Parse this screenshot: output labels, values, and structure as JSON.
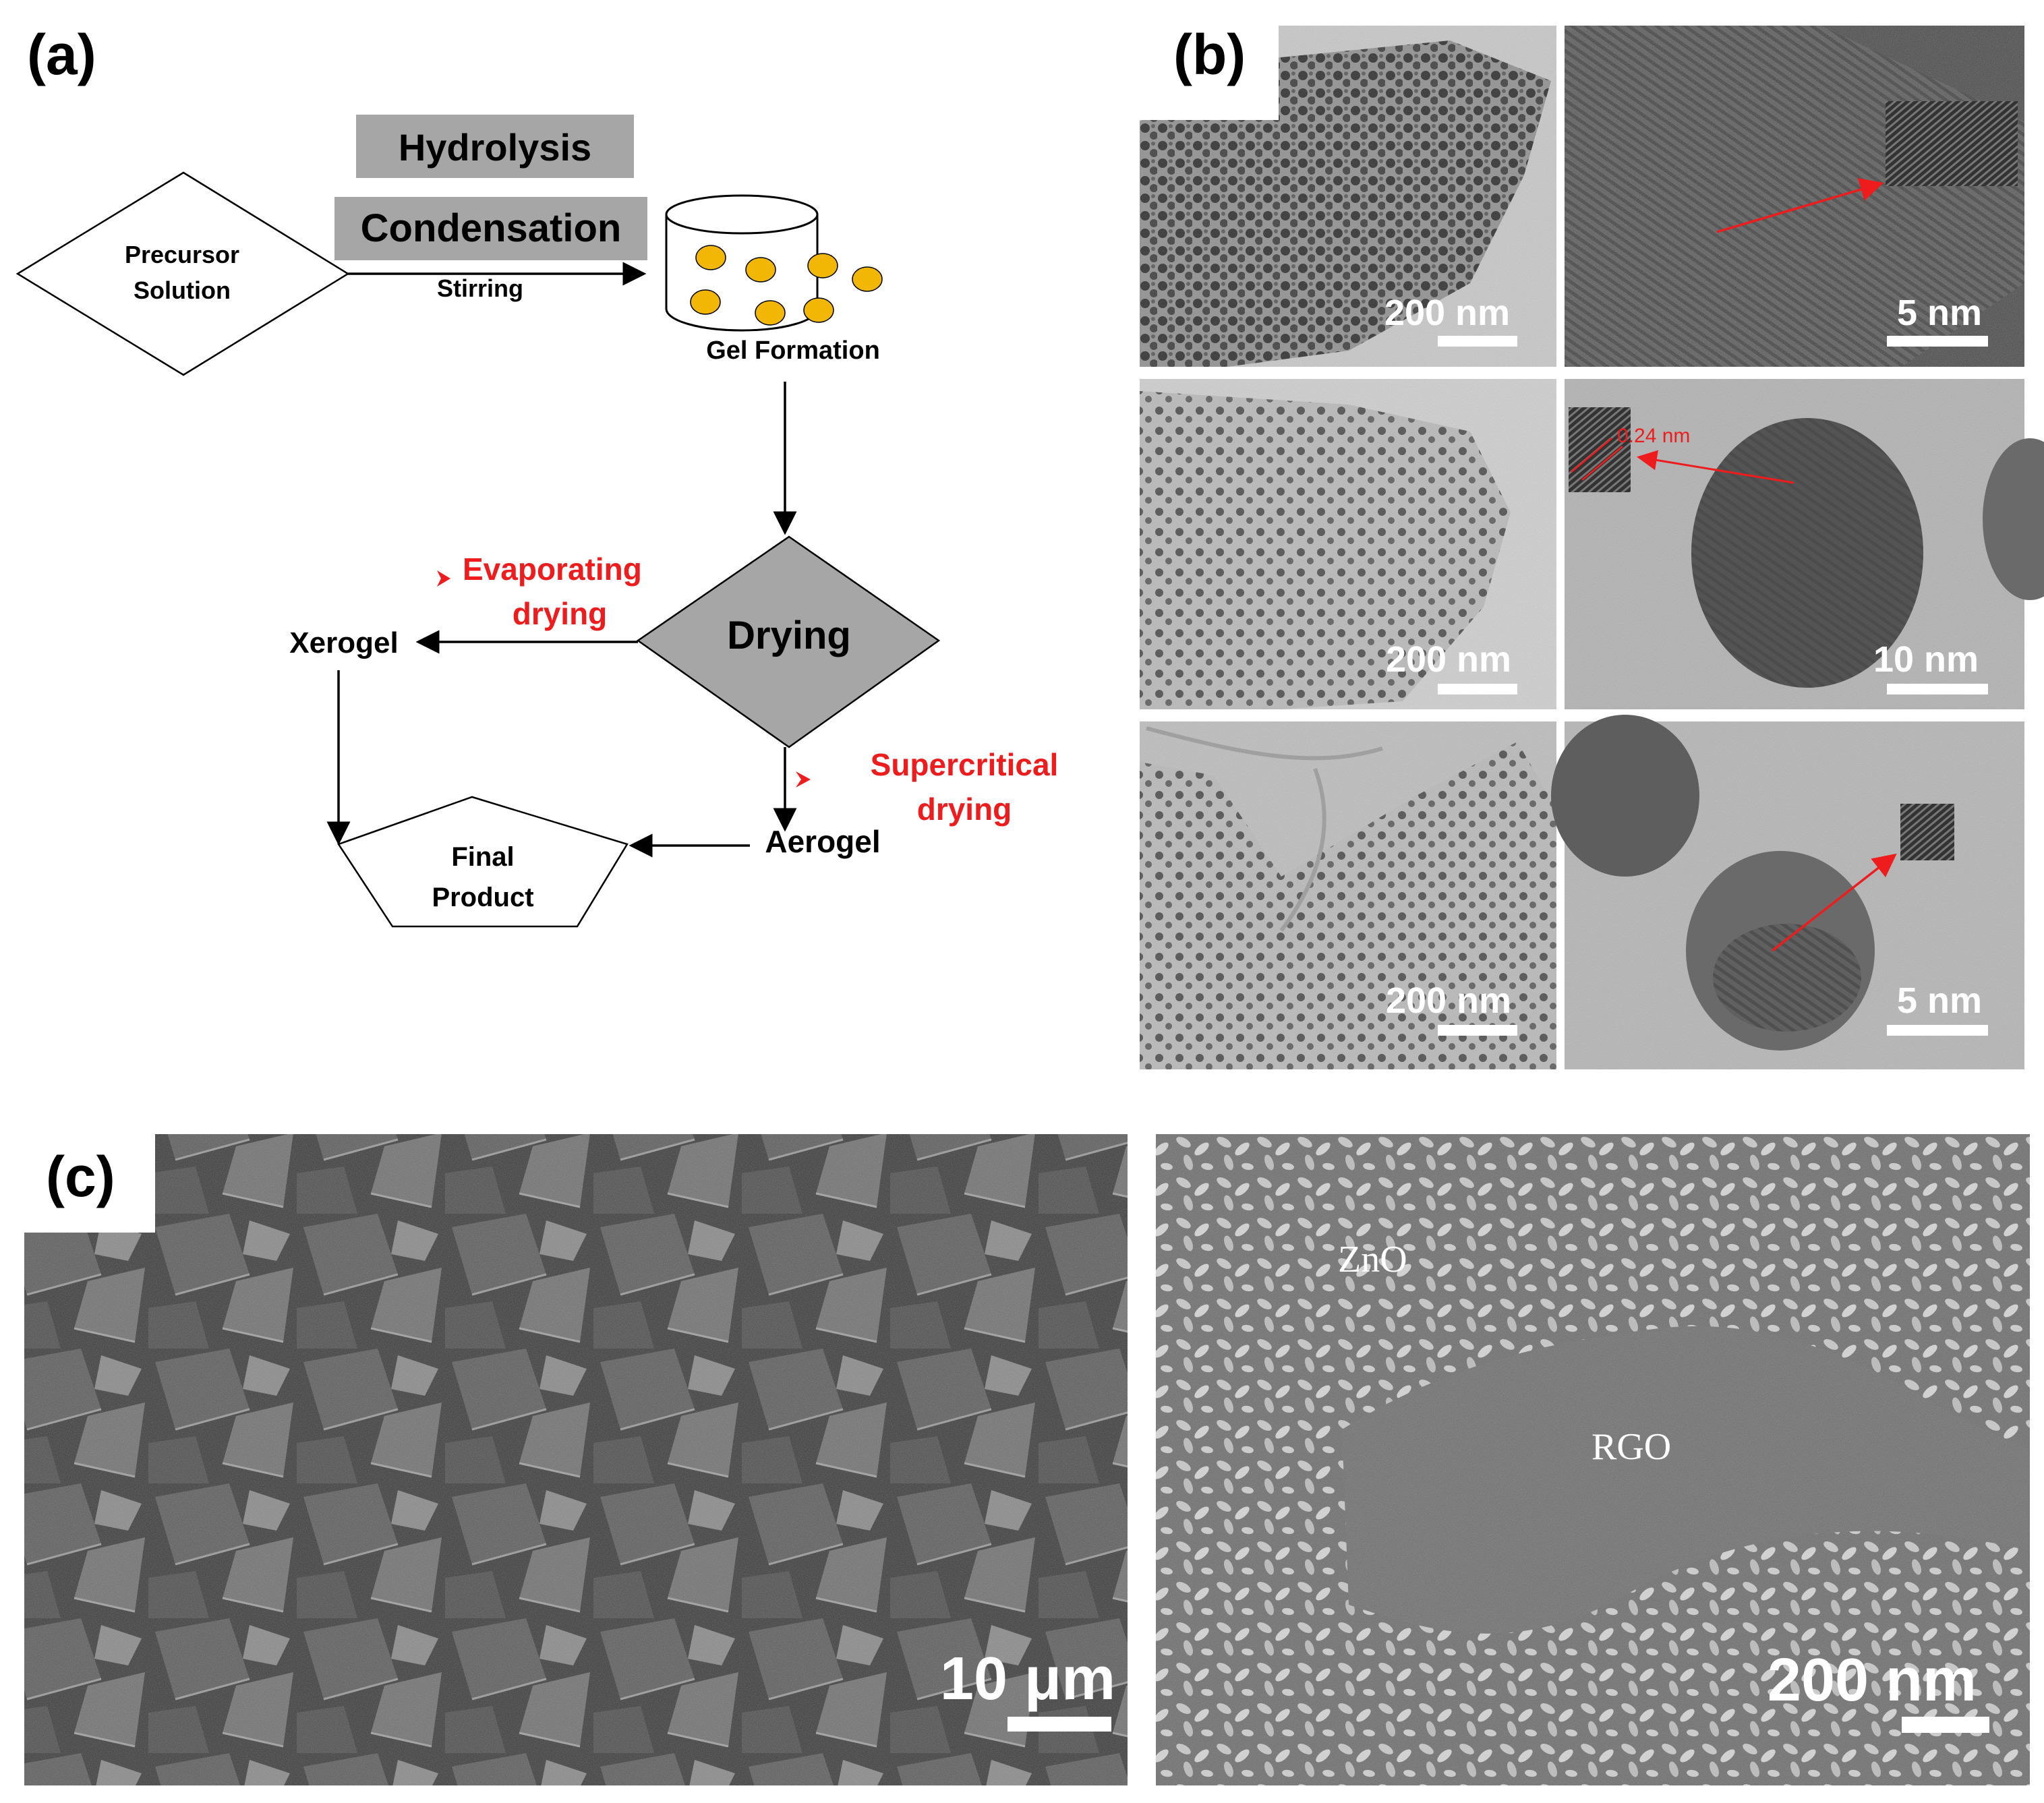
{
  "panel_labels": {
    "a": "(a)",
    "b": "(b)",
    "c": "(c)"
  },
  "flowchart": {
    "hydrolysis": "Hydrolysis",
    "condensation": "Condensation",
    "precursor_line1": "Precursor",
    "precursor_line2": "Solution",
    "stirring": "Stirring",
    "gel_formation": "Gel Formation",
    "drying": "Drying",
    "evaporating_line1": "Evaporating",
    "evaporating_line2": "drying",
    "xerogel": "Xerogel",
    "supercritical_line1": "Supercritical",
    "supercritical_line2": "drying",
    "aerogel": "Aerogel",
    "final_line1": "Final",
    "final_line2": "Product"
  },
  "tem": {
    "row1_left_scale": "200 nm",
    "row1_right_scale": "5 nm",
    "row2_left_scale": "200 nm",
    "row2_right_scale": "10 nm",
    "row2_lattice": "0.24 nm",
    "row3_left_scale": "200 nm",
    "row3_right_scale": "5 nm"
  },
  "sem": {
    "left_scale": "10 μm",
    "right_scale": "200 nm",
    "zno_label": "ZnO",
    "rgo_label": "RGO"
  },
  "colors": {
    "accent_red": "#ee1c1c",
    "gray_box": "#a6a6a6",
    "gold_particle": "#f2b705"
  }
}
